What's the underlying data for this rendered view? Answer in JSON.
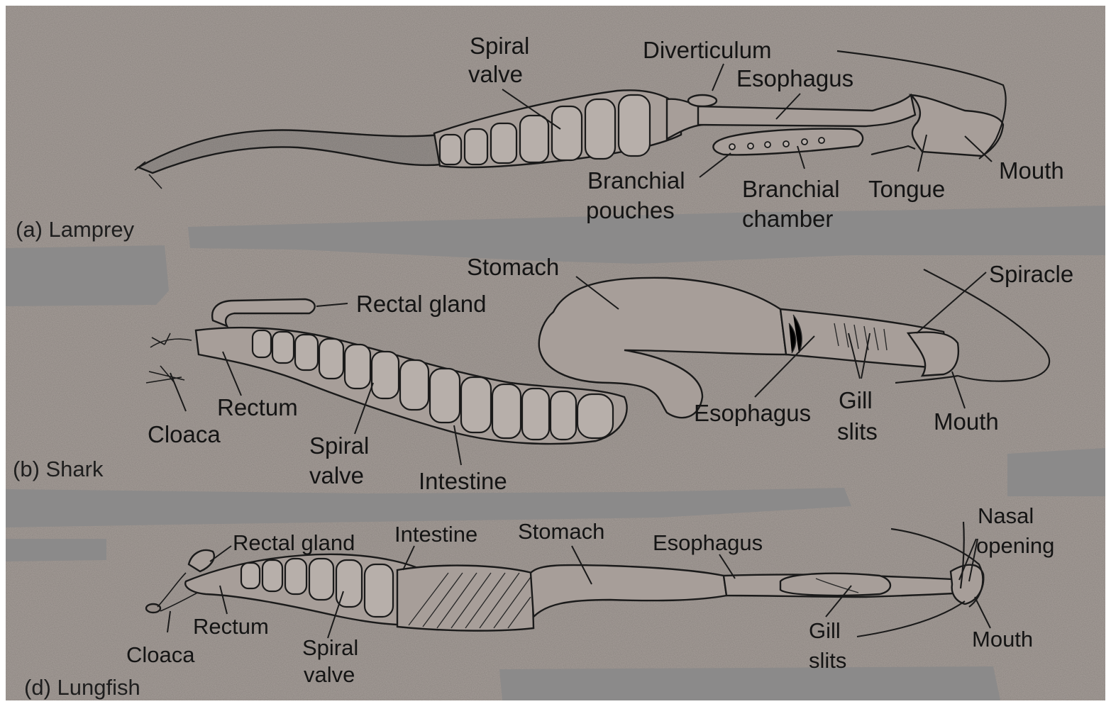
{
  "colors": {
    "paper": "#a8a09b",
    "band": "#8b8a8a",
    "ink": "#1a1a1a",
    "frame": "#ffffff"
  },
  "panels": {
    "lamprey": {
      "caption": "(a) Lamprey",
      "labels": {
        "spiral_valve_1": "Spiral",
        "spiral_valve_2": "valve",
        "diverticulum": "Diverticulum",
        "esophagus": "Esophagus",
        "branchial_pouches_1": "Branchial",
        "branchial_pouches_2": "pouches",
        "branchial_chamber_1": "Branchial",
        "branchial_chamber_2": "chamber",
        "tongue": "Tongue",
        "mouth": "Mouth"
      }
    },
    "shark": {
      "caption": "(b) Shark",
      "labels": {
        "stomach": "Stomach",
        "rectal_gland": "Rectal gland",
        "spiracle": "Spiracle",
        "rectum": "Rectum",
        "cloaca": "Cloaca",
        "spiral_valve_1": "Spiral",
        "spiral_valve_2": "valve",
        "intestine": "Intestine",
        "esophagus": "Esophagus",
        "gill_slits_1": "Gill",
        "gill_slits_2": "slits",
        "mouth": "Mouth"
      }
    },
    "lungfish": {
      "caption": "(d) Lungfish",
      "labels": {
        "rectal_gland": "Rectal gland",
        "intestine": "Intestine",
        "stomach": "Stomach",
        "esophagus": "Esophagus",
        "nasal_opening_1": "Nasal",
        "nasal_opening_2": "opening",
        "rectum": "Rectum",
        "cloaca": "Cloaca",
        "spiral_valve_1": "Spiral",
        "spiral_valve_2": "valve",
        "gill_slits_1": "Gill",
        "gill_slits_2": "slits",
        "mouth": "Mouth"
      }
    }
  }
}
